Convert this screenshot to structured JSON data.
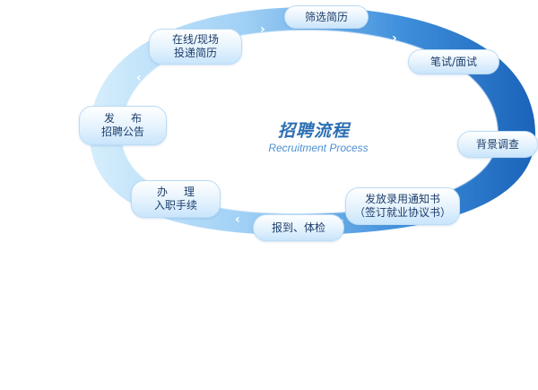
{
  "center": {
    "title": "招聘流程",
    "subtitle": "Recruitment Process"
  },
  "steps": [
    {
      "id": "screen",
      "lines": [
        "筛选简历"
      ]
    },
    {
      "id": "exam",
      "lines": [
        "笔试/面试"
      ]
    },
    {
      "id": "background",
      "lines": [
        "背景调查"
      ]
    },
    {
      "id": "offer",
      "lines": [
        "发放录用通知书",
        "（签订就业协议书）"
      ]
    },
    {
      "id": "checkin",
      "lines": [
        "报到、体检"
      ]
    },
    {
      "id": "onboard",
      "lines": [
        "办理",
        "入职手续"
      ]
    },
    {
      "id": "publish",
      "lines": [
        "发布",
        "招聘公告"
      ]
    },
    {
      "id": "apply",
      "lines": [
        "在线/现场",
        "投递简历"
      ]
    }
  ],
  "colors": {
    "ring_dark": "#1f73c9",
    "ring_light": "#cfe9fb",
    "pill_text": "#1c3d6b",
    "title": "#2c6fb3"
  }
}
